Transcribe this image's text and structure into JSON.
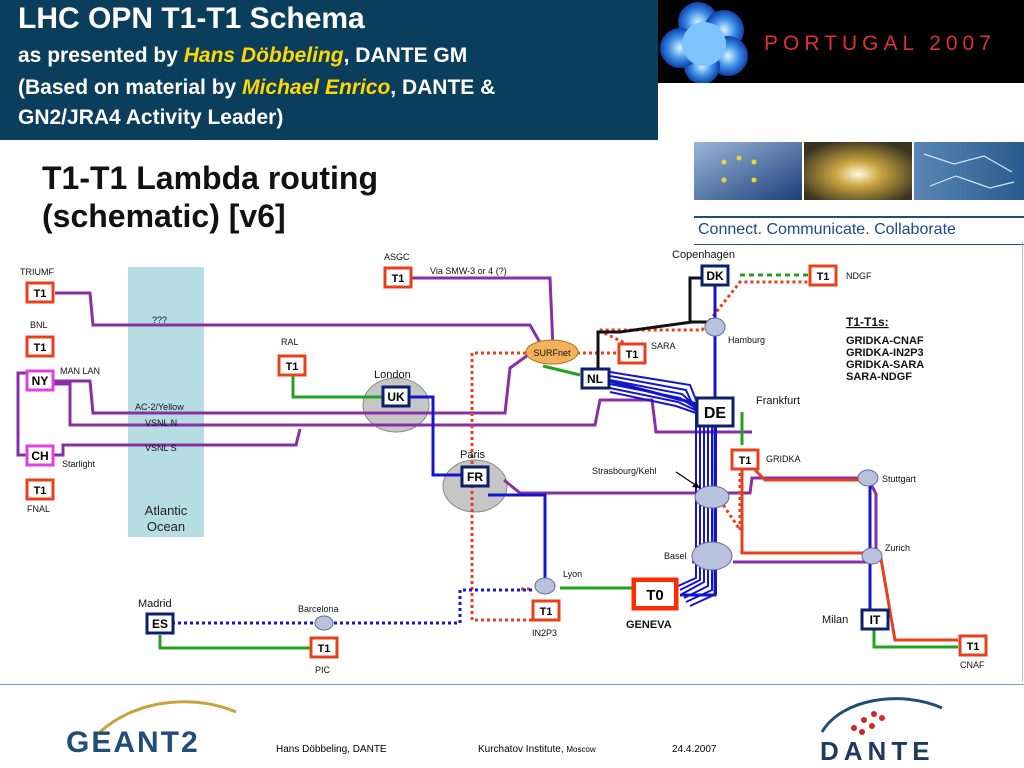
{
  "header": {
    "title": "LHC OPN T1-T1 Schema",
    "line2_pre": "as presented by ",
    "line2_name": "Hans Döbbeling",
    "line2_post": ", DANTE GM",
    "line3_pre": "(Based on material by ",
    "line3_name": "Michael Enrico",
    "line3_post": ", DANTE &",
    "line4": "GN2/JRA4 Activity Leader)"
  },
  "banner": {
    "text": "PORTUGAL 2007"
  },
  "tagline": "Connect. Communicate. Collaborate",
  "subtitle": {
    "line1": "T1-T1 Lambda routing",
    "line2": "(schematic) [v6]"
  },
  "diagram": {
    "ocean": {
      "line1": "Atlantic",
      "line2": "Ocean"
    },
    "ocean_labels": {
      "unknown": "???",
      "ac2": "AC-2/Yellow",
      "vsnl_n": "VSNL N",
      "vsnl_s": "VSNL S"
    },
    "cities": {
      "london": "London",
      "paris": "Paris",
      "copenhagen": "Copenhagen",
      "hamburg": "Hamburg",
      "frankfurt": "Frankfurt",
      "strasbourg": "Strasbourg/Kehl",
      "basel": "Basel",
      "lyon": "Lyon",
      "madrid": "Madrid",
      "barcelona": "Barcelona",
      "stuttgart": "Stuttgart",
      "zurich": "Zurich",
      "milan": "Milan"
    },
    "sites": {
      "triumf": "TRIUMF",
      "bnl": "BNL",
      "man_lan": "MAN LAN",
      "starlight": "Starlight",
      "fnal": "FNAL",
      "asgc": "ASGC",
      "ral": "RAL",
      "sara": "SARA",
      "ndgf": "NDGF",
      "gridka": "GRIDKA",
      "in2p3": "IN2P3",
      "pic": "PIC",
      "cnaf": "CNAF",
      "geneva": "GENEVA",
      "surfnet": "SURFnet"
    },
    "node_labels": {
      "t1": "T1",
      "t0": "T0",
      "ny": "NY",
      "ch": "CH",
      "uk": "UK",
      "fr": "FR",
      "nl": "NL",
      "dk": "DK",
      "de": "DE",
      "es": "ES",
      "it": "IT"
    },
    "via_label": "Via SMW-3 or 4 (?)",
    "legend": {
      "title": "T1-T1s:",
      "items": [
        "GRIDKA-CNAF",
        "GRIDKA-IN2P3",
        "GRIDKA-SARA",
        "SARA-NDGF"
      ]
    }
  },
  "footer": {
    "author": "Hans Döbbeling, DANTE",
    "venue": "Kurchatov Institute,",
    "venue_city": "Moscow",
    "date": "24.4.2007",
    "logo_left": "GEANT2",
    "logo_right": "DANTE"
  },
  "colors": {
    "header_bg": "#0b3d5c",
    "highlight": "#ffd800",
    "purple": "#8a2ea8",
    "green": "#21a321",
    "blue": "#1515d0",
    "red": "#e8401c",
    "navy": "#0b1f6a",
    "ocean": "#b5dde3"
  }
}
